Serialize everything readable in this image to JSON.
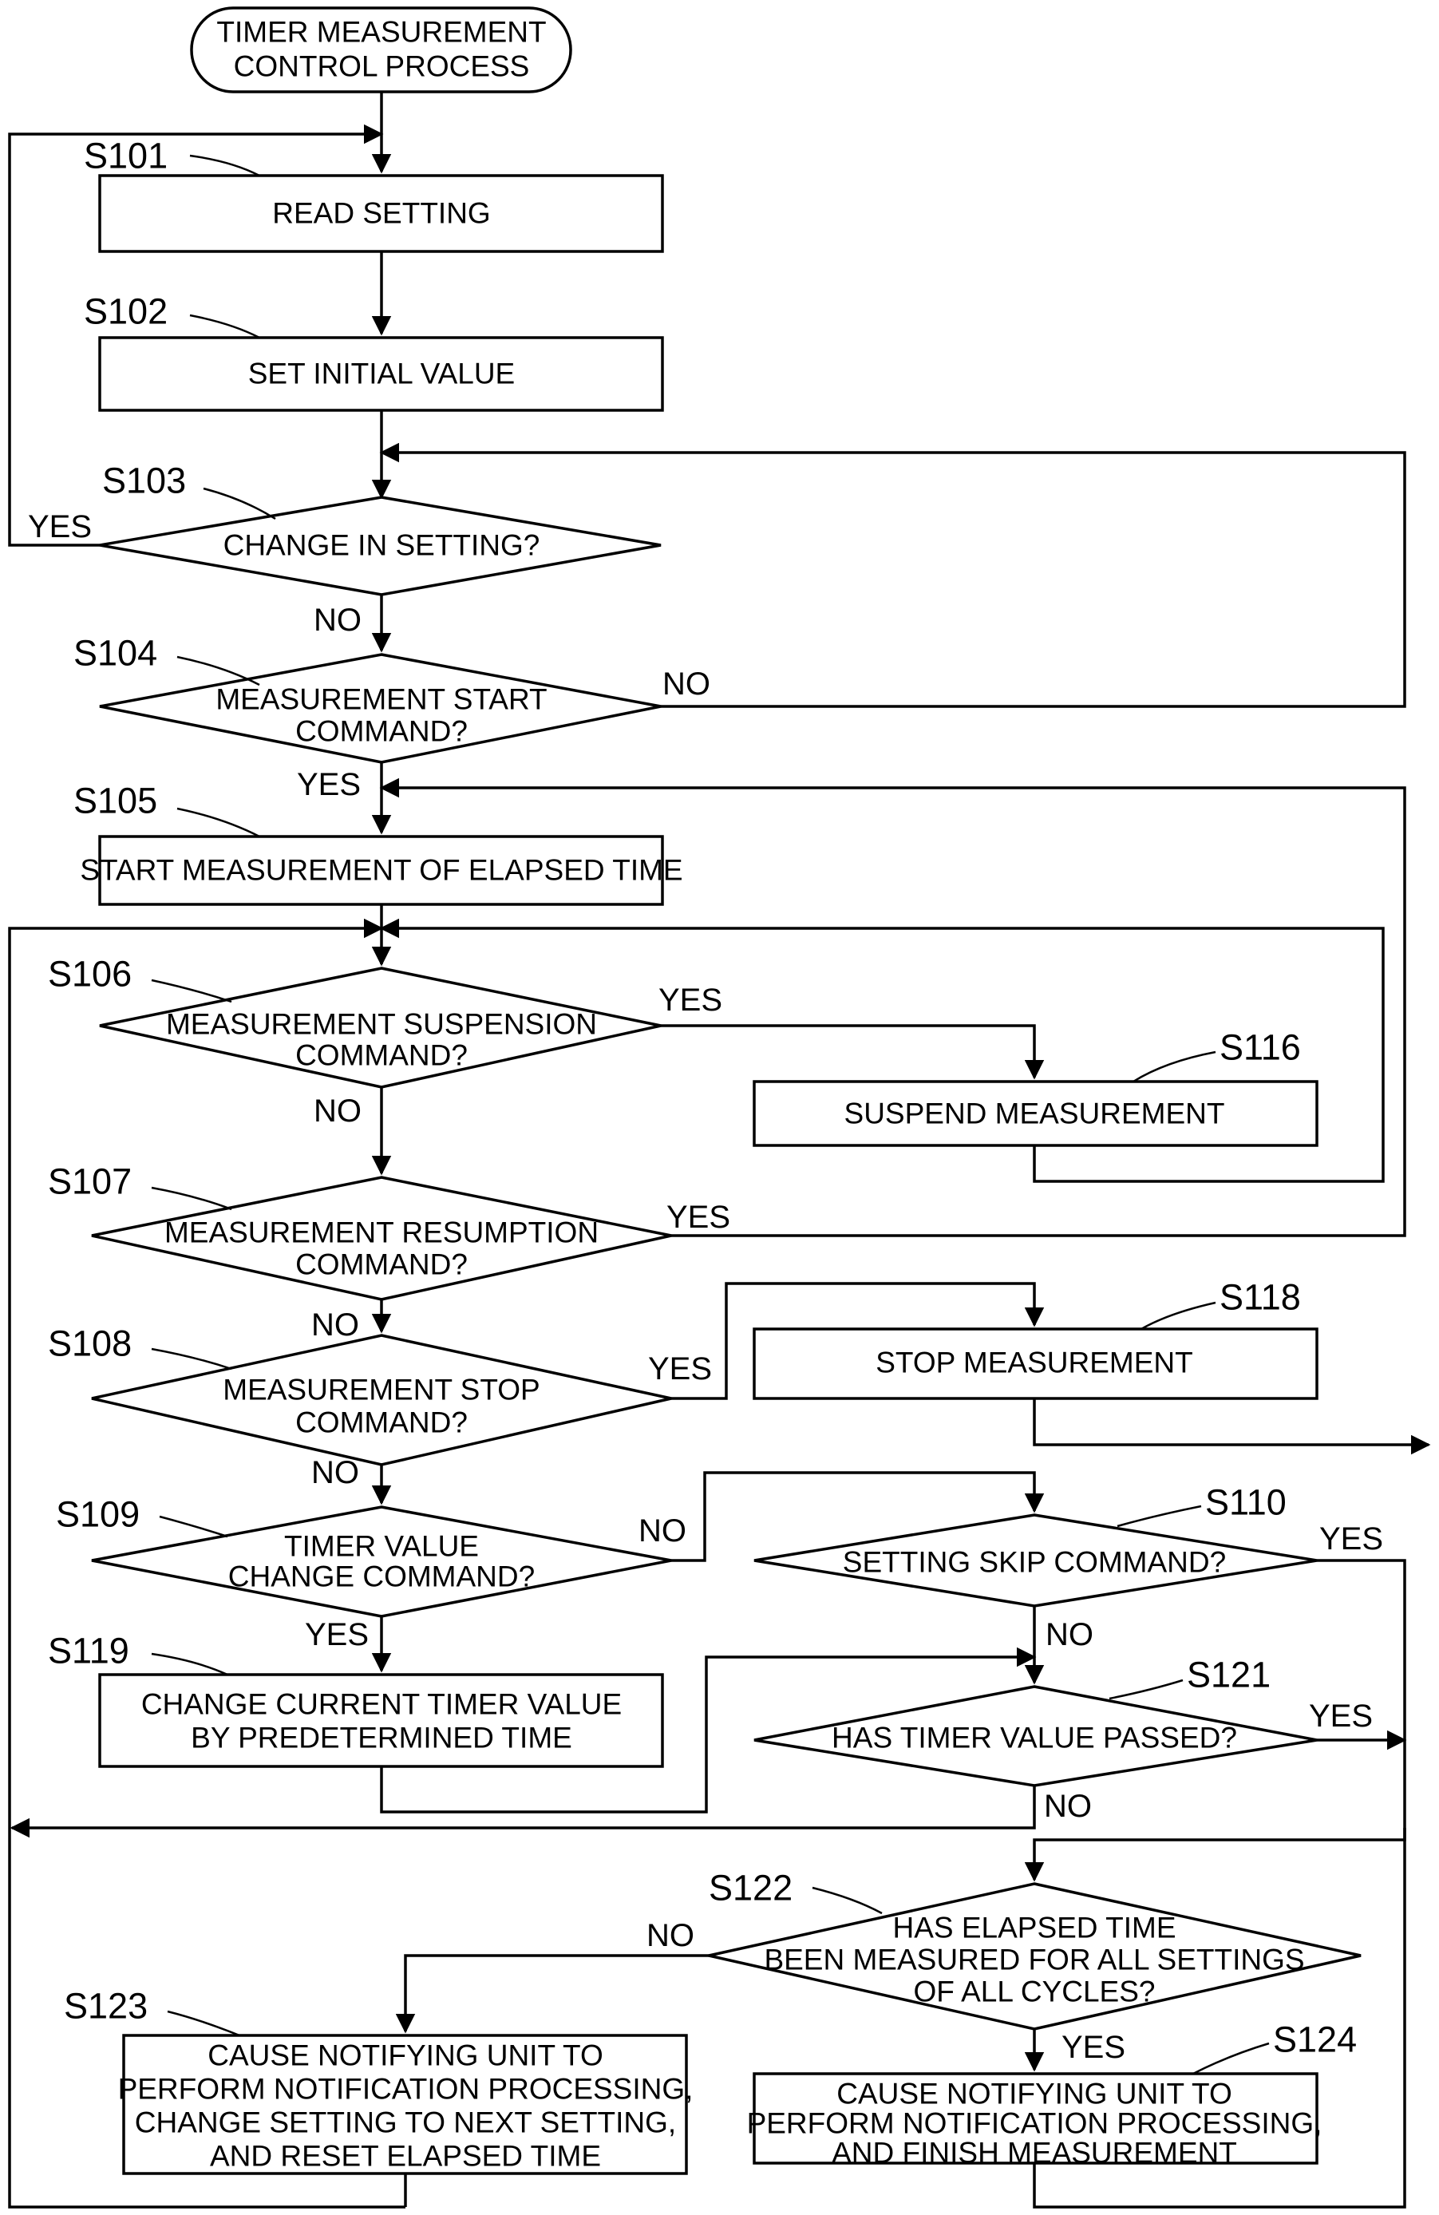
{
  "start": {
    "line1": "TIMER MEASUREMENT",
    "line2": "CONTROL PROCESS"
  },
  "steps": {
    "s101": {
      "id": "S101",
      "line1": "READ SETTING"
    },
    "s102": {
      "id": "S102",
      "line1": "SET INITIAL VALUE"
    },
    "s103": {
      "id": "S103",
      "line1": "CHANGE IN SETTING?"
    },
    "s104": {
      "id": "S104",
      "line1": "MEASUREMENT START",
      "line2": "COMMAND?"
    },
    "s105": {
      "id": "S105",
      "line1": "START MEASUREMENT OF ELAPSED TIME"
    },
    "s106": {
      "id": "S106",
      "line1": "MEASUREMENT SUSPENSION",
      "line2": "COMMAND?"
    },
    "s107": {
      "id": "S107",
      "line1": "MEASUREMENT RESUMPTION",
      "line2": "COMMAND?"
    },
    "s108": {
      "id": "S108",
      "line1": "MEASUREMENT STOP",
      "line2": "COMMAND?"
    },
    "s109": {
      "id": "S109",
      "line1": "TIMER VALUE",
      "line2": "CHANGE COMMAND?"
    },
    "s110": {
      "id": "S110",
      "line1": "SETTING SKIP COMMAND?"
    },
    "s116": {
      "id": "S116",
      "line1": "SUSPEND MEASUREMENT"
    },
    "s118": {
      "id": "S118",
      "line1": "STOP MEASUREMENT"
    },
    "s119": {
      "id": "S119",
      "line1": "CHANGE CURRENT TIMER VALUE",
      "line2": "BY PREDETERMINED TIME"
    },
    "s121": {
      "id": "S121",
      "line1": "HAS TIMER VALUE PASSED?"
    },
    "s122": {
      "id": "S122",
      "line1": "HAS ELAPSED TIME",
      "line2": "BEEN MEASURED FOR ALL SETTINGS",
      "line3": "OF ALL CYCLES?"
    },
    "s123": {
      "id": "S123",
      "line1": "CAUSE NOTIFYING UNIT TO",
      "line2": "PERFORM NOTIFICATION PROCESSING,",
      "line3": "CHANGE SETTING TO NEXT SETTING,",
      "line4": "AND RESET ELAPSED TIME"
    },
    "s124": {
      "id": "S124",
      "line1": "CAUSE NOTIFYING UNIT TO",
      "line2": "PERFORM NOTIFICATION PROCESSING,",
      "line3": "AND FINISH MEASUREMENT"
    }
  },
  "branch_labels": {
    "s103_yes": "YES",
    "s103_no": "NO",
    "s104_no": "NO",
    "s104_yes": "YES",
    "s106_yes": "YES",
    "s106_no": "NO",
    "s107_yes": "YES",
    "s107_no": "NO",
    "s108_yes": "YES",
    "s108_no": "NO",
    "s109_no": "NO",
    "s109_yes": "YES",
    "s110_yes": "YES",
    "s110_no": "NO",
    "s121_yes": "YES",
    "s121_no": "NO",
    "s122_no": "NO",
    "s122_yes": "YES"
  }
}
